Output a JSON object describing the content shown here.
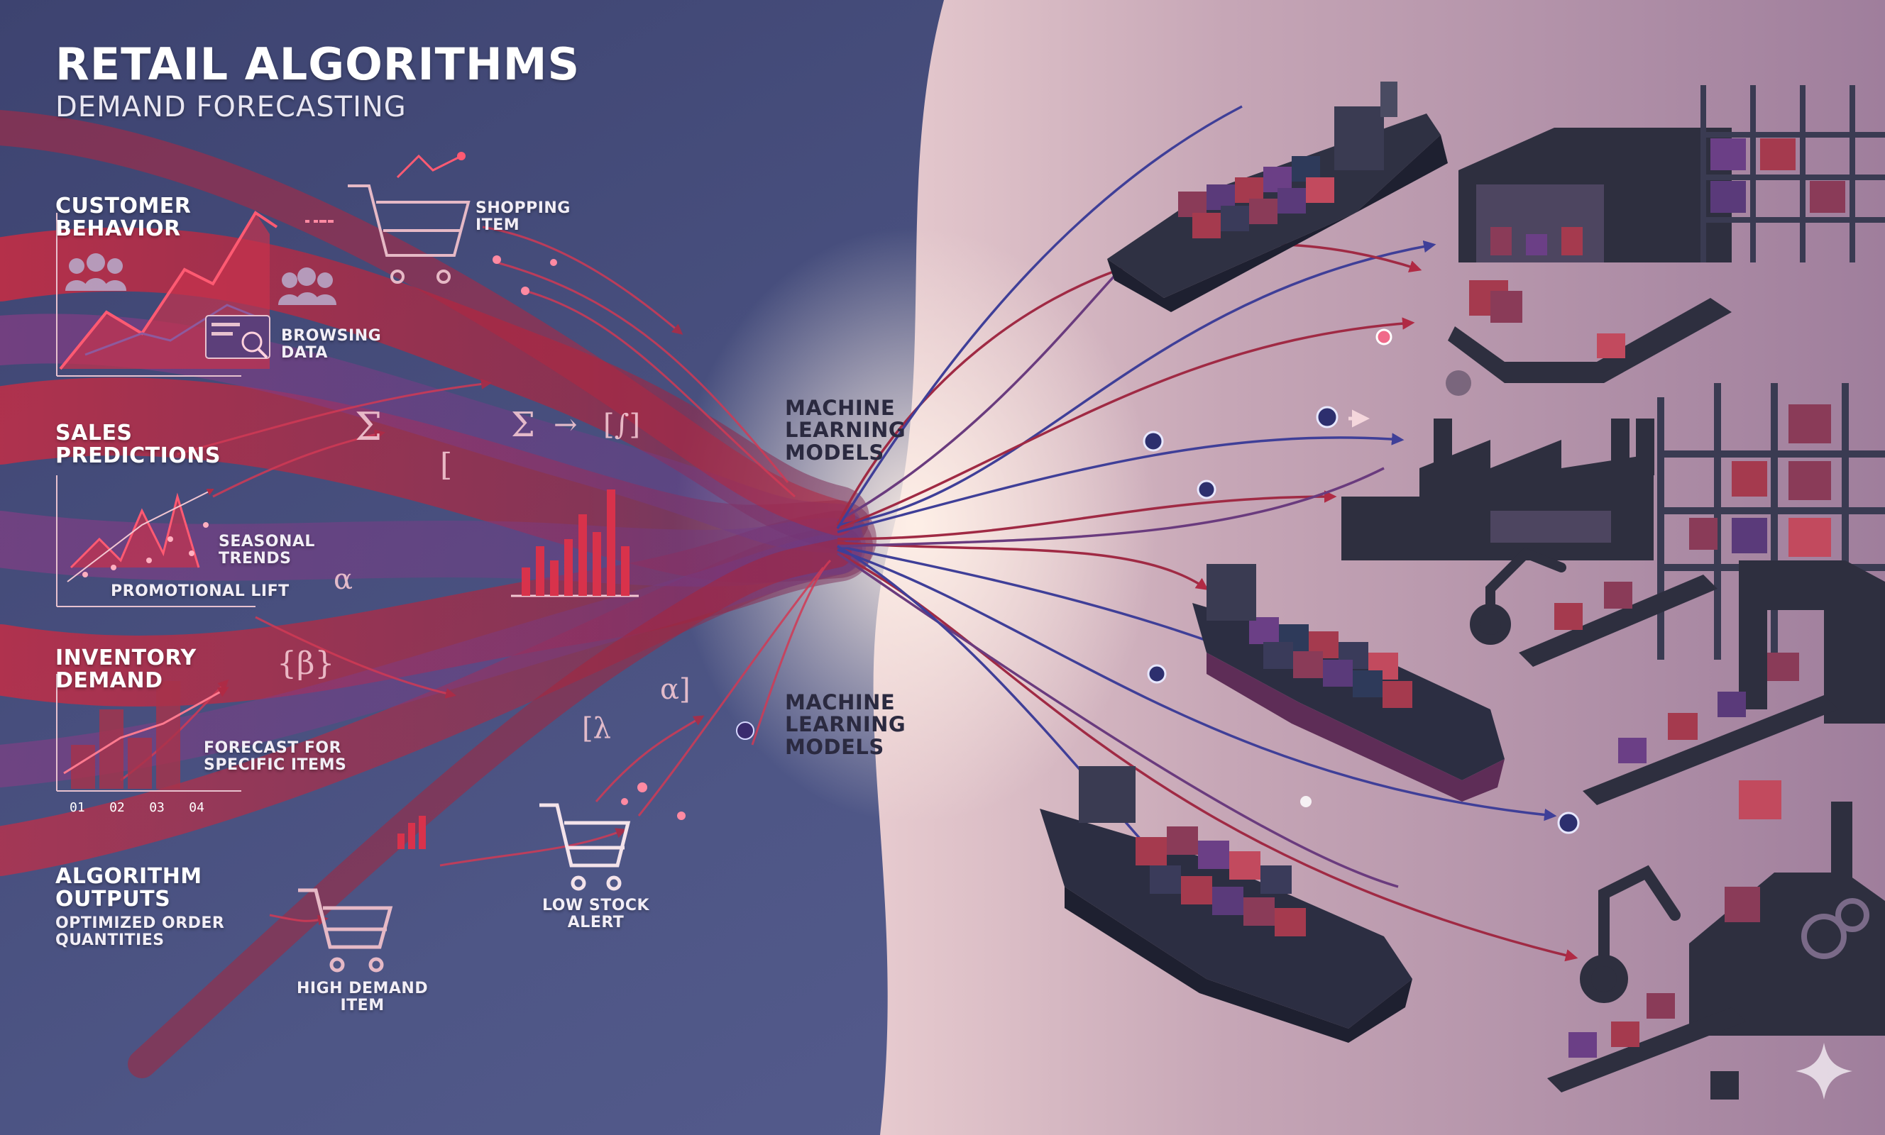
{
  "title": "RETAIL ALGORITHMS",
  "subtitle": "DEMAND FORECASTING",
  "sections": {
    "customer_behavior": [
      "CUSTOMER",
      "BEHAVIOR"
    ],
    "sales_predictions": [
      "SALES",
      "PREDICTIONS"
    ],
    "inventory_demand": [
      "INVENTORY",
      "DEMAND"
    ],
    "algorithm_outputs": [
      "ALGORITHM",
      "OUTPUTS"
    ]
  },
  "labels": {
    "shopping_item": [
      "SHOPPING",
      "ITEM"
    ],
    "browsing_data": [
      "BROWSING",
      "DATA"
    ],
    "seasonal_trends": [
      "SEASONAL",
      "TRENDS"
    ],
    "promotional_lift": "PROMOTIONAL LIFT",
    "forecast_items": [
      "FORECAST FOR",
      "SPECIFIC ITEMS"
    ],
    "optimized_orders": [
      "OPTIMIZED ORDER",
      "QUANTITIES"
    ],
    "low_stock_alert": [
      "LOW STOCK",
      "ALERT"
    ],
    "high_demand_item": [
      "HIGH DEMAND",
      "ITEM"
    ],
    "ml_models_top": [
      "MACHINE",
      "LEARNING",
      "MODELS"
    ],
    "ml_models_bottom": [
      "MACHINE",
      "LEARNING",
      "MODELS"
    ]
  },
  "quarter_labels": [
    "01",
    "02",
    "03",
    "04"
  ],
  "math_symbols": [
    "Σ",
    "Σ",
    "→",
    "[∫]",
    "[",
    "α",
    "{β}",
    "[λ",
    "α]"
  ],
  "colors": {
    "navy_bg": "#3f4775",
    "mauve_bg": "#b79aaa",
    "red_stream": "#c8283e",
    "purple_stream": "#8a3f8a",
    "blue_stream": "#3a4290",
    "dark_industrial": "#2c2d3d"
  },
  "icons": [
    "cart-icon",
    "people-icon",
    "browser-icon",
    "bar-chart-icon",
    "ship-icon",
    "warehouse-icon",
    "factory-icon",
    "conveyor-icon",
    "robot-arm-icon",
    "gear-icon",
    "sparkle-icon"
  ]
}
